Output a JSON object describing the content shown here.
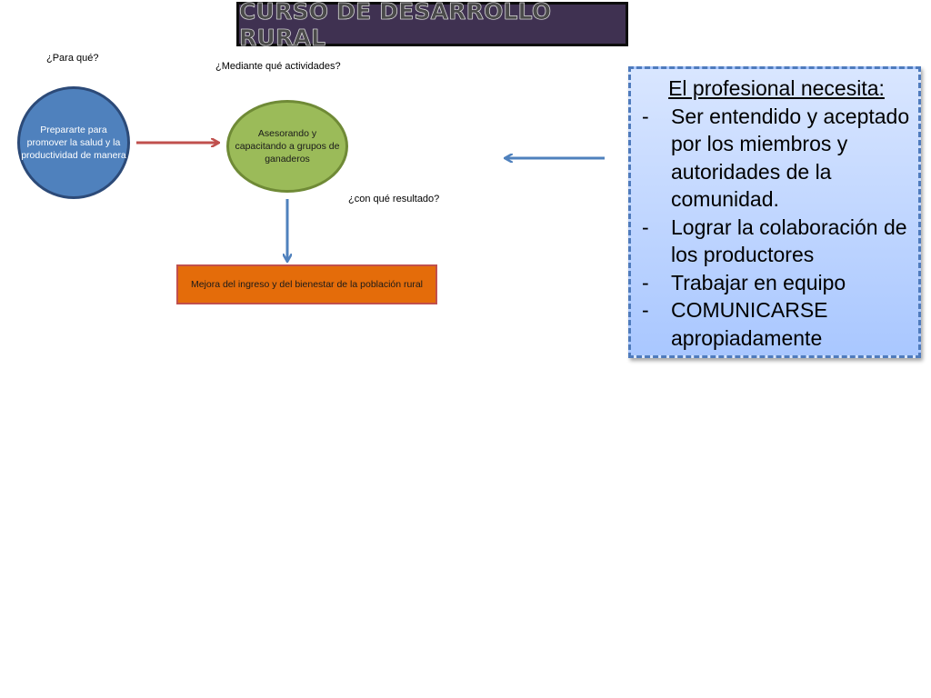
{
  "title": "CURSO DE DESARROLLO RURAL",
  "questions": {
    "para_que": "¿Para qué?",
    "mediante": "¿Mediante qué actividades?",
    "resultado": "¿con qué resultado?"
  },
  "nodes": {
    "purpose": "Prepararte para promover la salud y la productividad de manera",
    "activity": "Asesorando y capacitando a grupos de ganaderos",
    "result": "Mejora del ingreso y del bienestar de la población rural"
  },
  "callout": {
    "heading": "El profesional necesita:",
    "items": [
      {
        "bullet": "-",
        "text": "Ser entendido y aceptado por los miembros y autoridades de la comunidad."
      },
      {
        "bullet": "-",
        "text": "Lograr la colaboración de los productores"
      },
      {
        "bullet": "-",
        "text": "Trabajar en equipo"
      },
      {
        "bullet": "-",
        "text": "COMUNICARSE apropiadamente"
      }
    ]
  },
  "colors": {
    "title_bg": "#3f3151",
    "purpose_fill": "#4f81bd",
    "activity_fill": "#9bbb59",
    "result_fill": "#e46c0a",
    "callout_fill": "#c6d9ff",
    "arrow_red": "#c0504d",
    "arrow_blue": "#4f81bd"
  }
}
